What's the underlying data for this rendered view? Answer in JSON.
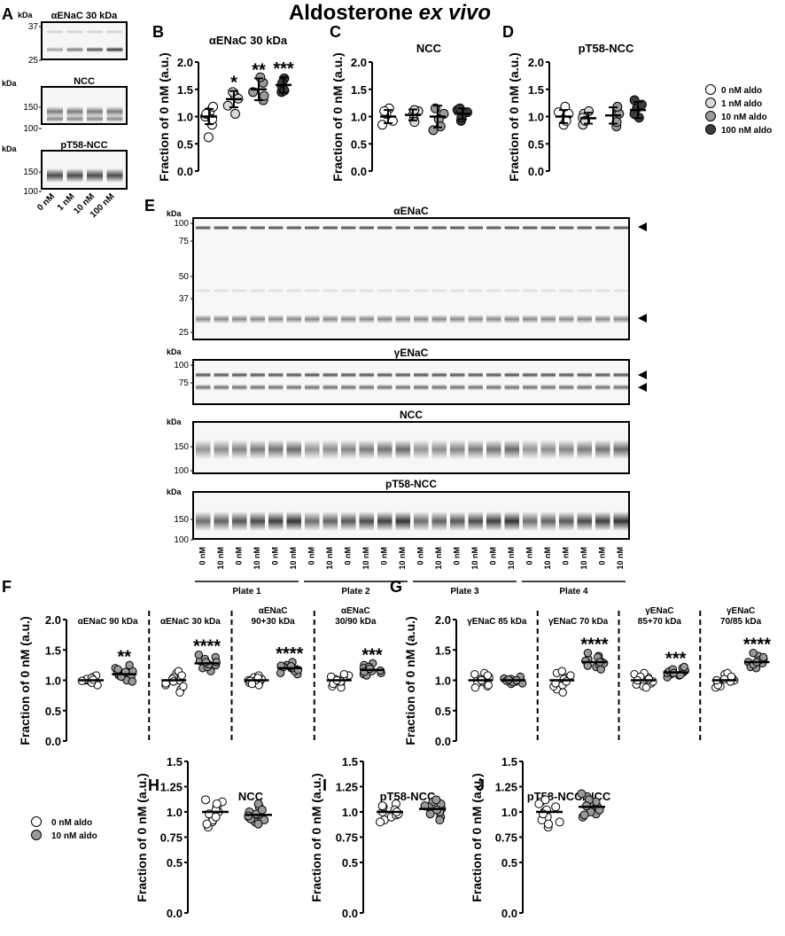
{
  "title_main": "Aldosterone",
  "title_italic": "ex vivo",
  "colors": {
    "c0": "#ffffff",
    "c1": "#d9d9d9",
    "c2": "#9a9a9a",
    "c3": "#3c3c3c"
  },
  "panelA": {
    "letter": "A",
    "blots": [
      {
        "title": "αENaC 30 kDa",
        "unit": "kDa",
        "ticks": [
          "37",
          "25"
        ]
      },
      {
        "title": "NCC",
        "unit": "kDa",
        "ticks": [
          "150",
          "100"
        ]
      },
      {
        "title": "pT58-NCC",
        "unit": "kDa",
        "ticks": [
          "150",
          "100"
        ]
      }
    ],
    "lanes": [
      "0 nM",
      "1 nM",
      "10 nM",
      "100 nM"
    ]
  },
  "legend_top": [
    "0 nM aldo",
    "1 nM aldo",
    "10 nM aldo",
    "100 nM aldo"
  ],
  "legend_bottom": [
    "0 nM aldo",
    "10 nM aldo"
  ],
  "panelE": {
    "letter": "E",
    "blots": [
      {
        "title": "αENaC",
        "unit": "kDa",
        "ticks": [
          "100",
          "75",
          "50",
          "37",
          "25"
        ]
      },
      {
        "title": "γENaC",
        "unit": "kDa",
        "ticks": [
          "100",
          "75"
        ]
      },
      {
        "title": "NCC",
        "unit": "kDa",
        "ticks": [
          "150",
          "100"
        ]
      },
      {
        "title": "pT58-NCC",
        "unit": "kDa",
        "ticks": [
          "150",
          "100"
        ]
      }
    ],
    "lane_labels": [
      "0 nM",
      "10 nM"
    ],
    "plates": [
      "Plate 1",
      "Plate 2",
      "Plate 3",
      "Plate 4"
    ]
  },
  "chart_data": [
    {
      "id": "B",
      "type": "scatter",
      "title": "αENaC 30 kDa",
      "ylabel": "Fraction of 0 nM (a.u.)",
      "ylim": [
        0,
        2.0
      ],
      "yticks": [
        "0.0",
        "0.5",
        "1.0",
        "1.5",
        "2.0"
      ],
      "groups": [
        {
          "name": "0 nM aldo",
          "mean": 1.0,
          "sd": 0.14,
          "points": [
            1.0,
            0.85,
            1.1,
            0.62,
            1.05,
            1.18,
            0.95
          ],
          "stars": ""
        },
        {
          "name": "1 nM aldo",
          "mean": 1.32,
          "sd": 0.15,
          "points": [
            1.2,
            1.38,
            1.05,
            1.45,
            1.33
          ],
          "stars": "*"
        },
        {
          "name": "10 nM aldo",
          "mean": 1.5,
          "sd": 0.2,
          "points": [
            1.3,
            1.62,
            1.45,
            1.72,
            1.38
          ],
          "stars": "**"
        },
        {
          "name": "100 nM aldo",
          "mean": 1.58,
          "sd": 0.14,
          "points": [
            1.45,
            1.7,
            1.55,
            1.62,
            1.48
          ],
          "stars": "***"
        }
      ]
    },
    {
      "id": "C",
      "type": "scatter",
      "title": "NCC",
      "ylabel": "Fraction of 0 nM (a.u.)",
      "ylim": [
        0,
        2.0
      ],
      "yticks": [
        "0.0",
        "0.5",
        "1.0",
        "1.5",
        "2.0"
      ],
      "groups": [
        {
          "name": "0 nM aldo",
          "mean": 1.0,
          "sd": 0.12,
          "points": [
            1.15,
            0.85,
            1.05,
            0.92,
            1.1
          ],
          "stars": ""
        },
        {
          "name": "1 nM aldo",
          "mean": 1.03,
          "sd": 0.1,
          "points": [
            1.1,
            0.95,
            1.05,
            0.9,
            1.12
          ],
          "stars": ""
        },
        {
          "name": "10 nM aldo",
          "mean": 1.0,
          "sd": 0.2,
          "points": [
            1.15,
            0.75,
            1.05,
            0.95,
            0.82
          ],
          "stars": ""
        },
        {
          "name": "100 nM aldo",
          "mean": 1.05,
          "sd": 0.1,
          "points": [
            1.12,
            0.92,
            1.08,
            0.98,
            1.15
          ],
          "stars": ""
        }
      ]
    },
    {
      "id": "D",
      "type": "scatter",
      "title": "pT58-NCC",
      "ylabel": "Fraction of 0 nM (a.u.)",
      "ylim": [
        0,
        2.0
      ],
      "yticks": [
        "0.0",
        "0.5",
        "1.0",
        "1.5",
        "2.0"
      ],
      "groups": [
        {
          "name": "0 nM aldo",
          "mean": 1.0,
          "sd": 0.12,
          "points": [
            1.18,
            0.85,
            1.05,
            0.92,
            1.08
          ],
          "stars": ""
        },
        {
          "name": "1 nM aldo",
          "mean": 0.97,
          "sd": 0.1,
          "points": [
            1.05,
            0.85,
            0.98,
            0.92,
            1.1
          ],
          "stars": ""
        },
        {
          "name": "10 nM aldo",
          "mean": 1.02,
          "sd": 0.15,
          "points": [
            1.15,
            0.82,
            1.05,
            0.9,
            1.18
          ],
          "stars": ""
        },
        {
          "name": "100 nM aldo",
          "mean": 1.12,
          "sd": 0.15,
          "points": [
            1.3,
            0.98,
            1.15,
            1.05,
            1.22
          ],
          "stars": ""
        }
      ]
    },
    {
      "id": "F",
      "type": "scatter",
      "ylabel": "Fraction of 0 nM (a.u.)",
      "ylim": [
        0,
        2.0
      ],
      "yticks": [
        "0.0",
        "0.5",
        "1.0",
        "1.5",
        "2.0"
      ],
      "sections": [
        {
          "label": [
            "αENaC 90 kDa"
          ],
          "groups": [
            {
              "name": "0 nM aldo",
              "mean": 1.0,
              "points": [
                1.0,
                0.95,
                1.05,
                0.98,
                1.02,
                0.92,
                1.08,
                1.0,
                0.96,
                1.04,
                0.99,
                1.01
              ],
              "stars": ""
            },
            {
              "name": "10 nM aldo",
              "mean": 1.1,
              "points": [
                1.1,
                1.05,
                1.2,
                1.0,
                1.15,
                1.08,
                1.25,
                1.12,
                0.98,
                1.18,
                1.06,
                1.14
              ],
              "stars": "**"
            }
          ]
        },
        {
          "label": [
            "αENaC 30 kDa"
          ],
          "groups": [
            {
              "name": "0 nM aldo",
              "mean": 1.0,
              "points": [
                1.0,
                0.85,
                1.12,
                0.92,
                1.05,
                0.8,
                1.15,
                0.95,
                1.02,
                0.9,
                1.08,
                0.98
              ],
              "stars": ""
            },
            {
              "name": "10 nM aldo",
              "mean": 1.28,
              "points": [
                1.28,
                1.2,
                1.38,
                1.25,
                1.32,
                1.15,
                1.42,
                1.3,
                1.22,
                1.35,
                1.26,
                1.3
              ],
              "stars": "****"
            }
          ]
        },
        {
          "label": [
            "αENaC",
            "90+30 kDa"
          ],
          "groups": [
            {
              "name": "0 nM aldo",
              "mean": 1.0,
              "points": [
                1.0,
                0.95,
                1.05,
                0.98,
                1.02,
                0.92,
                1.08,
                0.96,
                1.0,
                1.04,
                0.99,
                0.94
              ],
              "stars": ""
            },
            {
              "name": "10 nM aldo",
              "mean": 1.2,
              "points": [
                1.2,
                1.12,
                1.25,
                1.18,
                1.22,
                1.1,
                1.3,
                1.15,
                1.24,
                1.2,
                1.17,
                1.23
              ],
              "stars": "****"
            }
          ]
        },
        {
          "label": [
            "αENaC",
            "30/90 kDa"
          ],
          "groups": [
            {
              "name": "0 nM aldo",
              "mean": 1.0,
              "points": [
                1.0,
                0.9,
                1.08,
                0.95,
                1.05,
                0.88,
                1.1,
                0.98,
                1.02,
                0.94,
                1.06,
                1.0
              ],
              "stars": ""
            },
            {
              "name": "10 nM aldo",
              "mean": 1.17,
              "points": [
                1.17,
                1.1,
                1.25,
                1.12,
                1.2,
                1.08,
                1.28,
                1.15,
                1.22,
                1.14,
                1.19,
                1.16
              ],
              "stars": "***"
            }
          ]
        }
      ]
    },
    {
      "id": "G",
      "type": "scatter",
      "ylabel": "Fraction of 0 nM (a.u.)",
      "ylim": [
        0,
        2.0
      ],
      "yticks": [
        "0.0",
        "0.5",
        "1.0",
        "1.5",
        "2.0"
      ],
      "sections": [
        {
          "label": [
            "γENaC 85 kDa"
          ],
          "groups": [
            {
              "name": "0 nM aldo",
              "mean": 1.0,
              "points": [
                1.0,
                0.9,
                1.1,
                0.95,
                1.05,
                0.88,
                1.12,
                0.98,
                1.02,
                0.92,
                1.08,
                1.0
              ],
              "stars": ""
            },
            {
              "name": "10 nM aldo",
              "mean": 1.0,
              "points": [
                1.0,
                0.95,
                1.05,
                0.98,
                1.02,
                0.94,
                1.06,
                0.97,
                1.03,
                0.99,
                1.01,
                1.0
              ],
              "stars": ""
            }
          ]
        },
        {
          "label": [
            "γENaC 70 kDa"
          ],
          "groups": [
            {
              "name": "0 nM aldo",
              "mean": 1.0,
              "points": [
                1.0,
                0.85,
                1.12,
                0.9,
                1.05,
                0.8,
                1.15,
                0.95,
                1.08,
                0.92,
                1.02,
                0.98
              ],
              "stars": ""
            },
            {
              "name": "10 nM aldo",
              "mean": 1.3,
              "points": [
                1.3,
                1.22,
                1.4,
                1.25,
                1.35,
                1.18,
                1.45,
                1.28,
                1.32,
                1.24,
                1.38,
                1.3
              ],
              "stars": "****"
            }
          ]
        },
        {
          "label": [
            "γENaC",
            "85+70 kDa"
          ],
          "groups": [
            {
              "name": "0 nM aldo",
              "mean": 1.0,
              "points": [
                1.0,
                0.9,
                1.1,
                0.95,
                1.05,
                0.88,
                1.12,
                0.98,
                1.02,
                0.93,
                1.06,
                1.0
              ],
              "stars": ""
            },
            {
              "name": "10 nM aldo",
              "mean": 1.13,
              "points": [
                1.13,
                1.08,
                1.2,
                1.1,
                1.16,
                1.05,
                1.22,
                1.12,
                1.15,
                1.09,
                1.18,
                1.12
              ],
              "stars": "***"
            }
          ]
        },
        {
          "label": [
            "γENaC",
            "70/85 kDa"
          ],
          "groups": [
            {
              "name": "0 nM aldo",
              "mean": 1.0,
              "points": [
                1.0,
                0.9,
                1.1,
                0.95,
                1.05,
                0.88,
                1.12,
                0.98,
                1.02,
                0.92,
                1.06,
                1.0
              ],
              "stars": ""
            },
            {
              "name": "10 nM aldo",
              "mean": 1.3,
              "points": [
                1.3,
                1.22,
                1.4,
                1.25,
                1.35,
                1.2,
                1.45,
                1.28,
                1.33,
                1.26,
                1.38,
                1.3
              ],
              "stars": "****"
            }
          ]
        }
      ]
    },
    {
      "id": "H",
      "type": "scatter",
      "title": "NCC",
      "ylabel": "Fraction of 0 nM (a.u.)",
      "ylim": [
        0,
        1.5
      ],
      "yticks": [
        "0.0",
        "0.5",
        "0.75",
        "1.0",
        "1.25",
        "1.5"
      ],
      "groups": [
        {
          "name": "0 nM aldo",
          "mean": 1.0,
          "points": [
            1.0,
            0.9,
            1.1,
            0.85,
            1.05,
            0.95,
            1.12,
            0.92,
            1.02,
            0.88,
            1.08,
            0.98,
            0.95
          ],
          "stars": ""
        },
        {
          "name": "10 nM aldo",
          "mean": 0.97,
          "points": [
            0.97,
            0.92,
            1.05,
            0.9,
            1.0,
            0.95,
            1.08,
            0.93,
            0.98,
            0.88,
            1.02,
            0.96
          ],
          "stars": ""
        }
      ]
    },
    {
      "id": "I",
      "type": "scatter",
      "title": "pT58-NCC",
      "ylabel": "Fraction of 0 nM (a.u.)",
      "ylim": [
        0,
        1.5
      ],
      "yticks": [
        "0.0",
        "0.5",
        "0.75",
        "1.0",
        "1.25",
        "1.5"
      ],
      "groups": [
        {
          "name": "0 nM aldo",
          "mean": 1.0,
          "points": [
            1.0,
            0.95,
            1.05,
            0.92,
            1.08,
            0.97,
            1.02,
            0.9,
            1.06,
            0.98,
            1.0
          ],
          "stars": ""
        },
        {
          "name": "10 nM aldo",
          "mean": 1.03,
          "points": [
            1.03,
            0.98,
            1.1,
            0.95,
            1.08,
            1.0,
            1.12,
            0.92,
            1.05,
            1.02,
            1.06
          ],
          "stars": ""
        }
      ]
    },
    {
      "id": "J",
      "type": "scatter",
      "title": "pT58-NCC/NCC",
      "ylabel": "Fraction of 0 nM (a.u.)",
      "ylim": [
        0,
        1.5
      ],
      "yticks": [
        "0.0",
        "0.5",
        "0.75",
        "1.0",
        "1.25",
        "1.5"
      ],
      "groups": [
        {
          "name": "0 nM aldo",
          "mean": 1.0,
          "points": [
            1.0,
            0.9,
            1.1,
            0.85,
            1.05,
            0.95,
            1.12,
            0.92,
            1.02,
            0.88,
            1.08,
            0.98
          ],
          "stars": ""
        },
        {
          "name": "10 nM aldo",
          "mean": 1.05,
          "points": [
            1.05,
            0.98,
            1.15,
            0.95,
            1.1,
            1.0,
            1.18,
            0.97,
            1.08,
            1.02,
            1.12,
            1.06
          ],
          "stars": ""
        }
      ]
    }
  ]
}
